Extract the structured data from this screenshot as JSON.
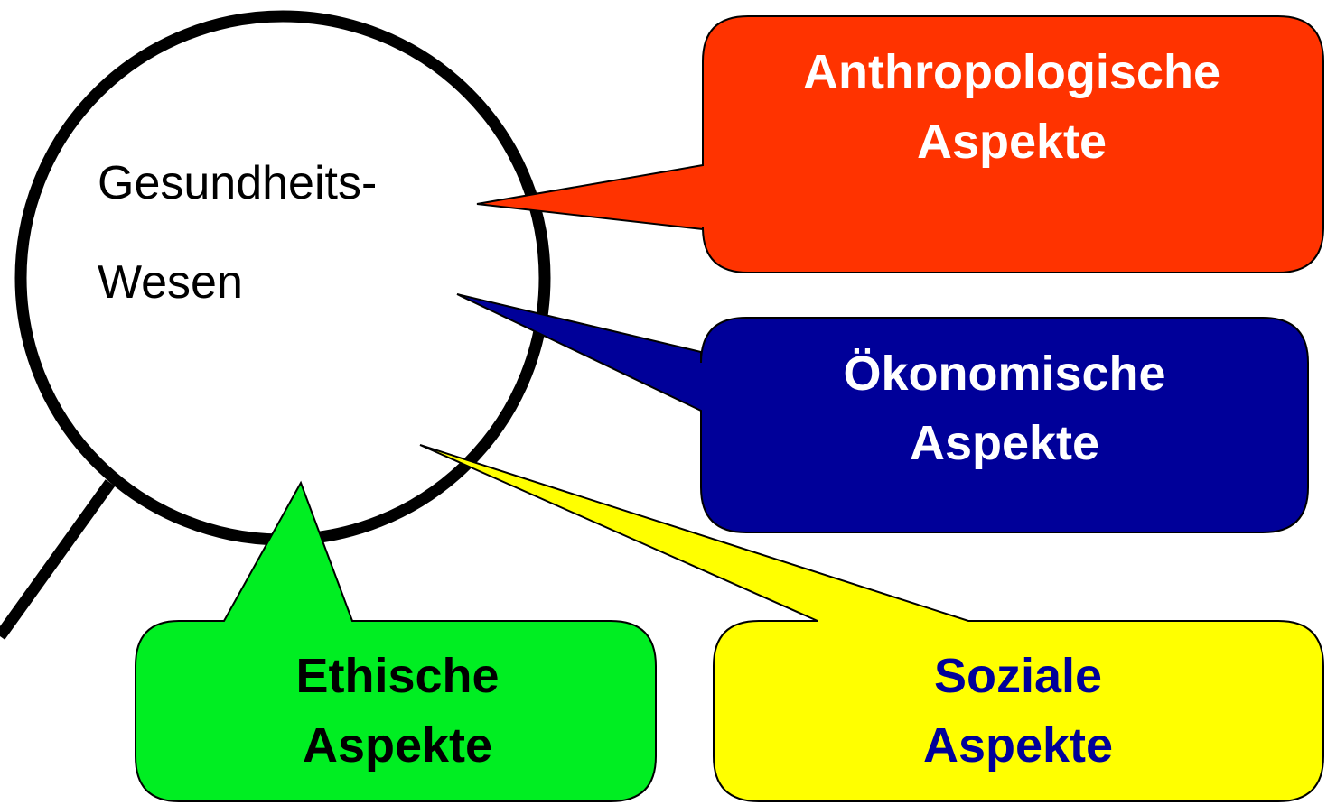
{
  "center": {
    "line1": "Gesundheits-",
    "line2": "Wesen"
  },
  "callouts": {
    "anthropologische": {
      "line1": "Anthropologische",
      "line2": "Aspekte",
      "fill": "#ff3300",
      "text_color": "#ffffff"
    },
    "oekonomische": {
      "line1": "Ökonomische",
      "line2": "Aspekte",
      "fill": "#000099",
      "text_color": "#ffffff"
    },
    "ethische": {
      "line1": "Ethische",
      "line2": "Aspekte",
      "fill": "#00ee22",
      "text_color": "#000000"
    },
    "soziale": {
      "line1": "Soziale",
      "line2": "Aspekte",
      "fill": "#ffff00",
      "text_color": "#000099"
    }
  },
  "icons": {
    "magnifier": "magnifying-glass-icon"
  }
}
